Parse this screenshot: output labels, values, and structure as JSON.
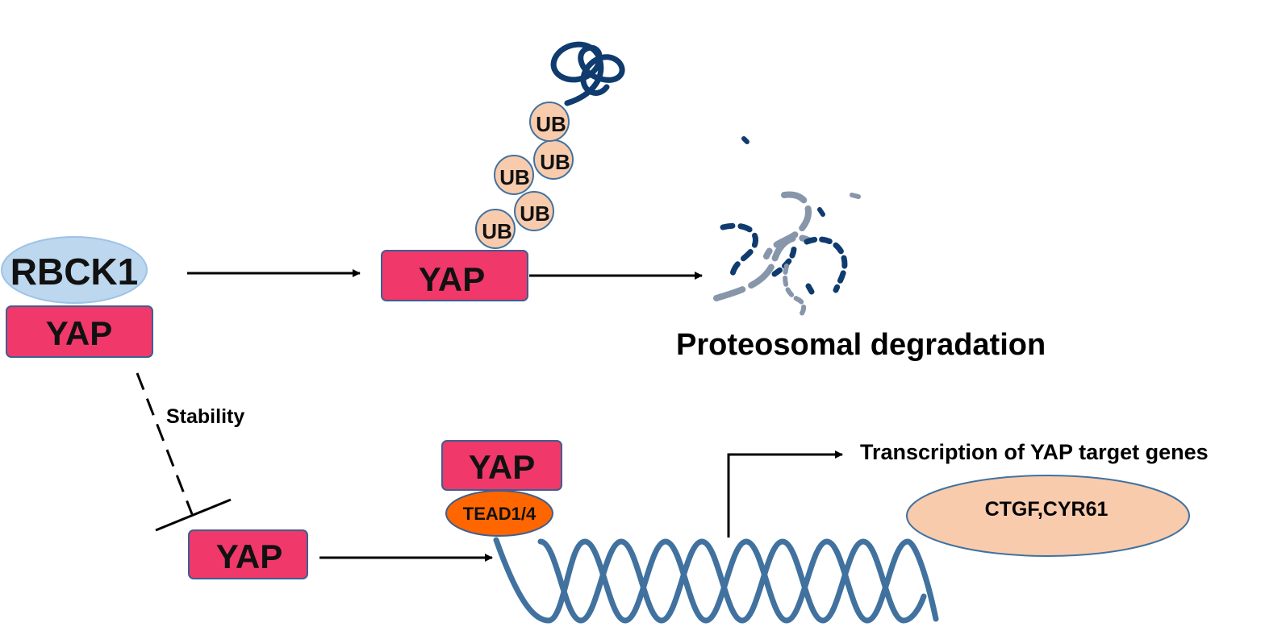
{
  "labels": {
    "rbck1": "RBCK1",
    "yap_complex": "YAP",
    "yap_ubiquitinated": "YAP",
    "ub_1": "UB",
    "ub_2": "UB",
    "ub_3": "UB",
    "ub_4": "UB",
    "ub_5": "UB",
    "degradation": "Proteosomal degradation",
    "stability": "Stability",
    "yap_stable": "YAP",
    "yap_nuclear": "YAP",
    "tead": "TEAD1/4",
    "transcription": "Transcription of YAP target genes",
    "target_genes": "CTGF,CYR61"
  },
  "colors": {
    "yap_fill": "#f0386b",
    "yap_stroke": "#3d5f8f",
    "rbck1_fill": "#bdd7ee",
    "ub_fill": "#f8cbad",
    "tead_fill": "#ff6600",
    "gene_fill": "#f8cbad",
    "dna": "#41729f",
    "peptide": "#0f3b6e"
  }
}
